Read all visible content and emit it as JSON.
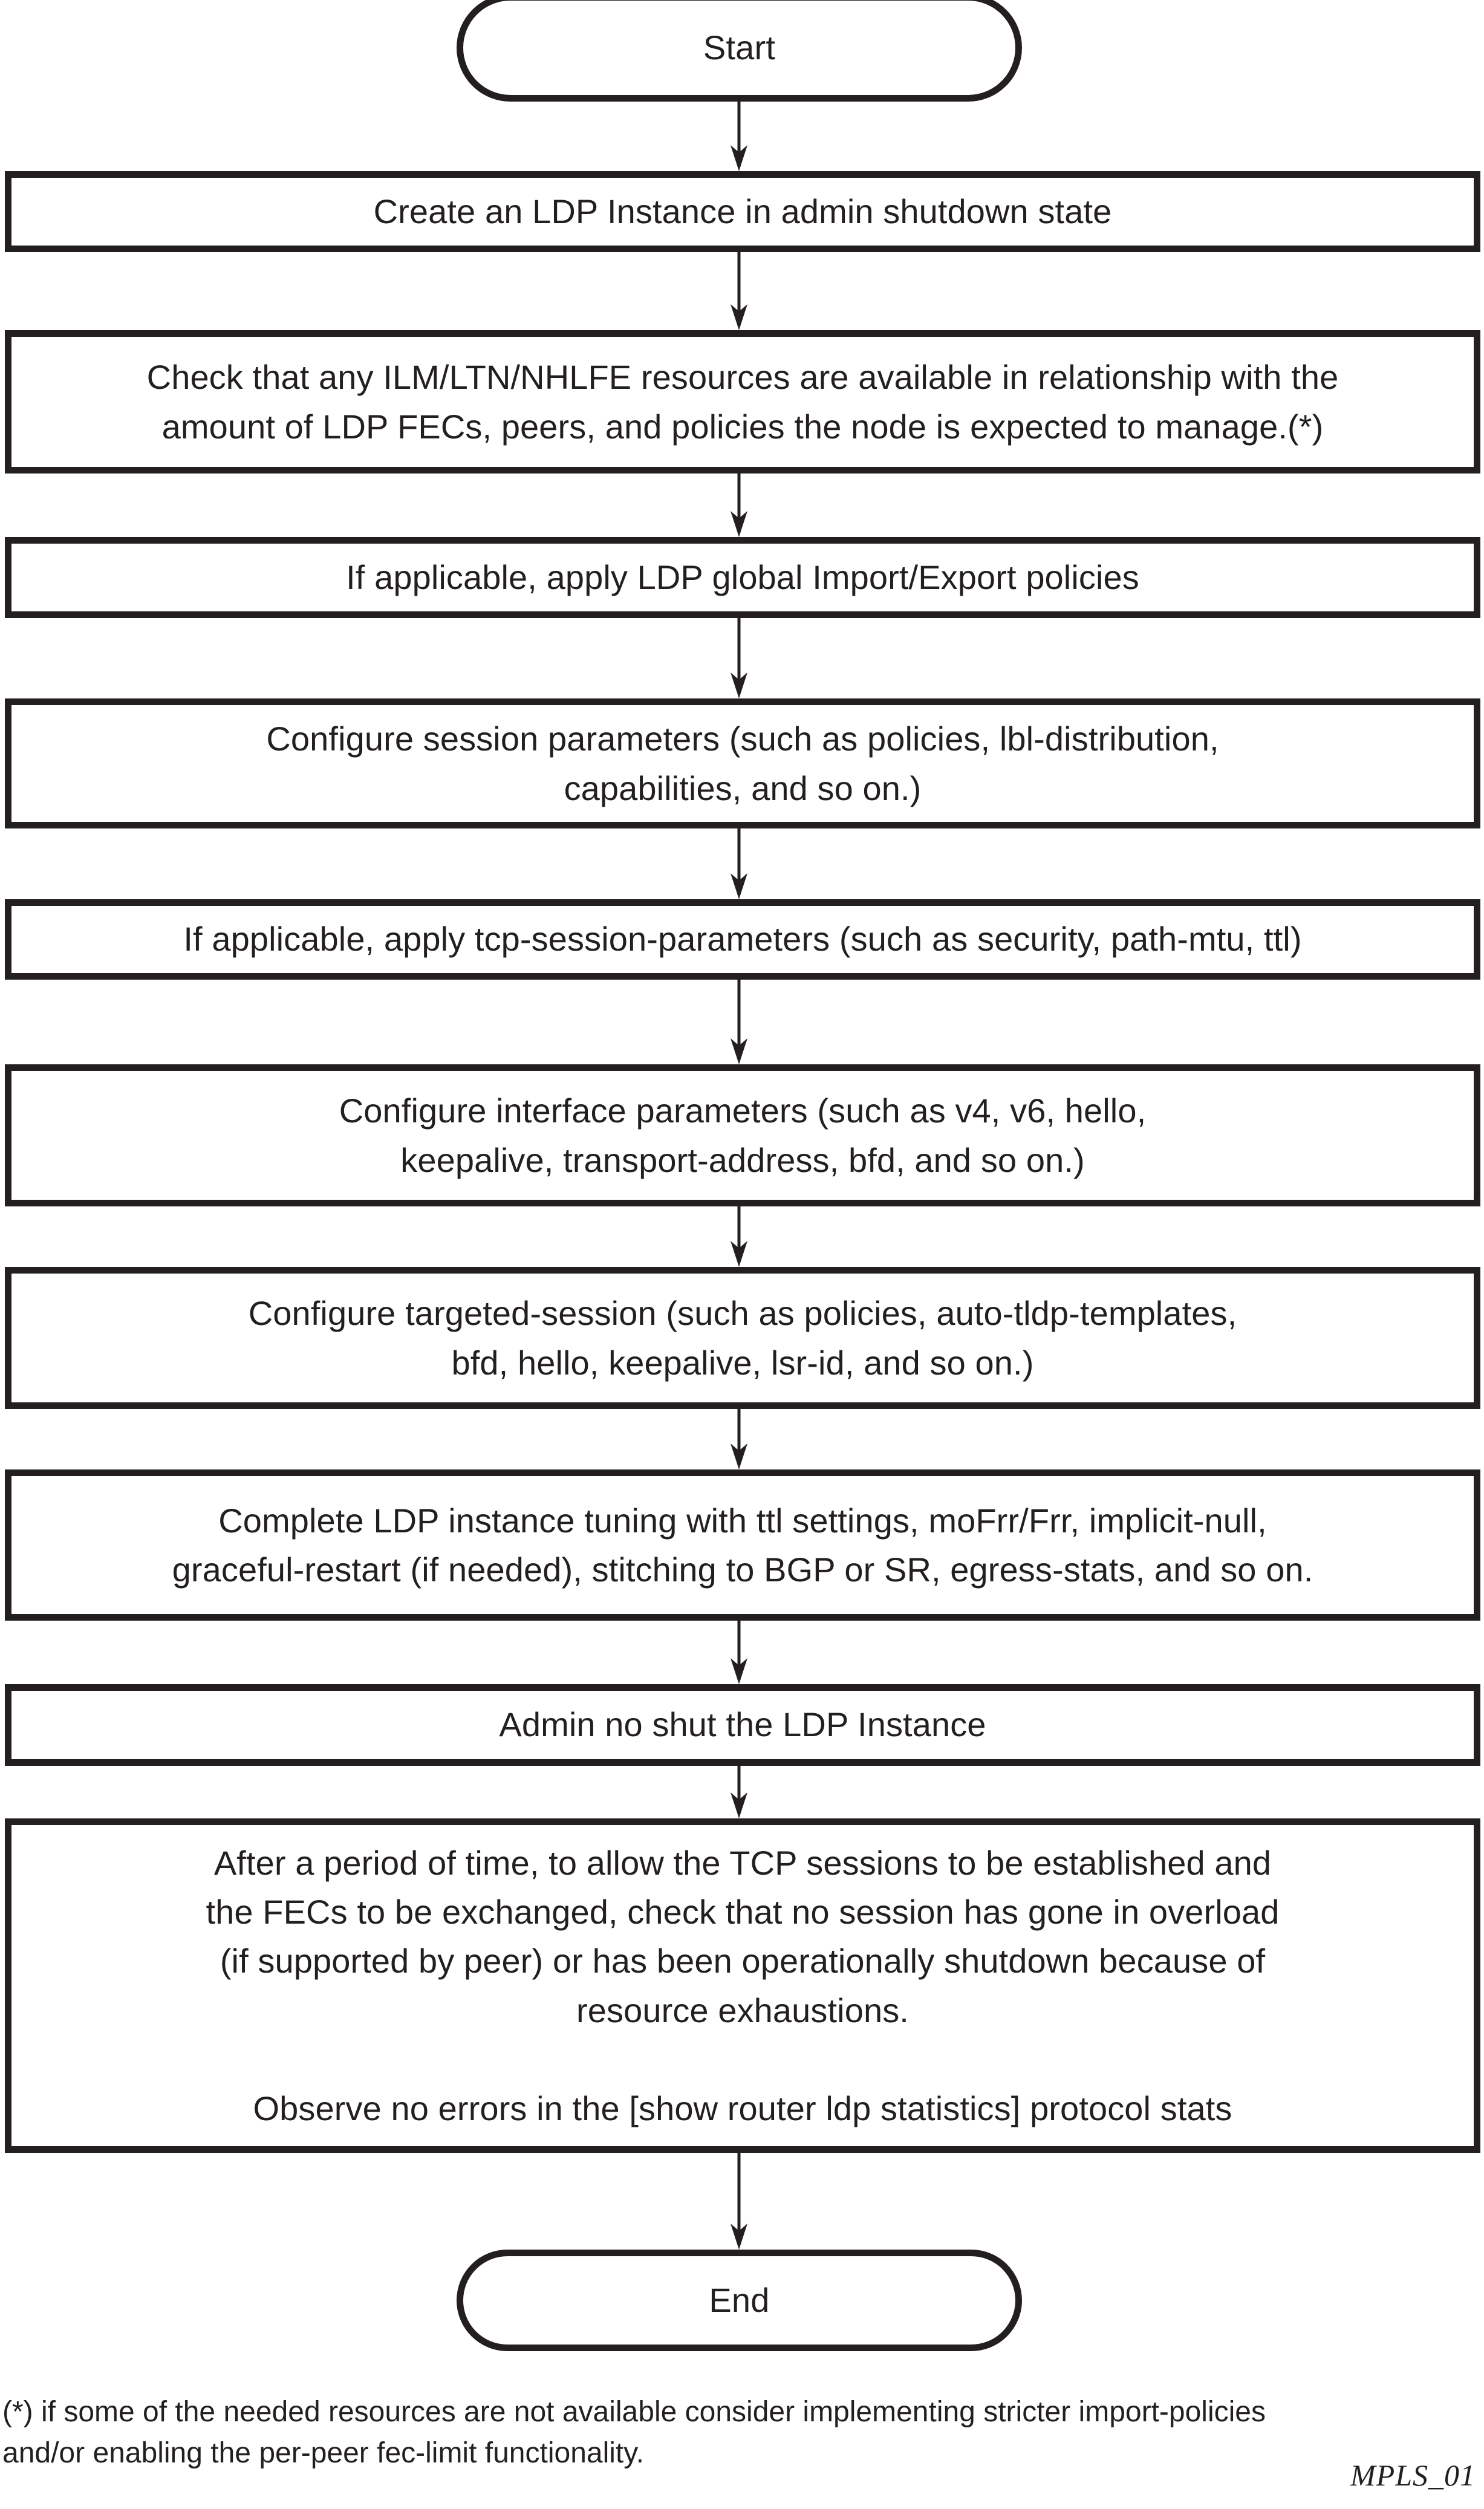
{
  "figure": {
    "label": "MPLS_01",
    "footnote": "(*) if some of the needed resources are not available consider implementing stricter import-policies\n  and/or enabling the per-peer fec-limit functionality."
  },
  "flowchart": {
    "type": "flowchart",
    "orientation": "top-to-bottom",
    "nodes": [
      {
        "id": "start",
        "shape": "terminator",
        "text": "Start"
      },
      {
        "id": "create-ldp-instance",
        "shape": "process",
        "text": "Create an LDP Instance in admin shutdown state"
      },
      {
        "id": "check-resources",
        "shape": "process",
        "text": "Check that any ILM/LTN/NHLFE resources are available in relationship with the\namount of LDP FECs, peers, and policies the node is expected to manage.(*)"
      },
      {
        "id": "global-import-export-policies",
        "shape": "process",
        "text": "If applicable, apply LDP global Import/Export policies"
      },
      {
        "id": "session-parameters",
        "shape": "process",
        "text": "Configure session parameters (such as policies, lbl-distribution,\ncapabilities, and so on.)"
      },
      {
        "id": "tcp-session-parameters",
        "shape": "process",
        "text": "If applicable, apply tcp-session-parameters (such as security, path-mtu, ttl)"
      },
      {
        "id": "interface-parameters",
        "shape": "process",
        "text": "Configure interface parameters (such as v4, v6, hello,\nkeepalive, transport-address, bfd, and so on.)"
      },
      {
        "id": "targeted-session",
        "shape": "process",
        "text": "Configure targeted-session (such as policies, auto-tldp-templates,\nbfd, hello, keepalive, lsr-id, and so on.)"
      },
      {
        "id": "instance-tuning",
        "shape": "process",
        "text": "Complete LDP instance tuning with ttl settings, moFrr/Frr, implicit-null,\ngraceful-restart (if needed), stitching to BGP or SR, egress-stats, and so on."
      },
      {
        "id": "admin-no-shut",
        "shape": "process",
        "text": "Admin no shut the LDP Instance"
      },
      {
        "id": "verify-sessions",
        "shape": "process",
        "text": "After a period of time, to allow the TCP sessions to be established and\nthe FECs to be exchanged, check that no session has gone in overload\n(if supported by peer) or has been operationally shutdown because of\nresource exhaustions.\n\nObserve no errors in the [show router ldp statistics] protocol stats"
      },
      {
        "id": "end",
        "shape": "terminator",
        "text": "End"
      }
    ],
    "edges": [
      {
        "from": "start",
        "to": "create-ldp-instance",
        "arrow": "down-arrow"
      },
      {
        "from": "create-ldp-instance",
        "to": "check-resources",
        "arrow": "down-arrow"
      },
      {
        "from": "check-resources",
        "to": "global-import-export-policies",
        "arrow": "down-arrow"
      },
      {
        "from": "global-import-export-policies",
        "to": "session-parameters",
        "arrow": "down-arrow"
      },
      {
        "from": "session-parameters",
        "to": "tcp-session-parameters",
        "arrow": "down-arrow"
      },
      {
        "from": "tcp-session-parameters",
        "to": "interface-parameters",
        "arrow": "down-arrow"
      },
      {
        "from": "interface-parameters",
        "to": "targeted-session",
        "arrow": "down-arrow"
      },
      {
        "from": "targeted-session",
        "to": "instance-tuning",
        "arrow": "down-arrow"
      },
      {
        "from": "instance-tuning",
        "to": "admin-no-shut",
        "arrow": "down-arrow"
      },
      {
        "from": "admin-no-shut",
        "to": "verify-sessions",
        "arrow": "down-arrow"
      },
      {
        "from": "verify-sessions",
        "to": "end",
        "arrow": "down-arrow"
      }
    ],
    "colors": {
      "stroke": "#231f20",
      "fill": "#ffffff",
      "text": "#231f20"
    }
  }
}
